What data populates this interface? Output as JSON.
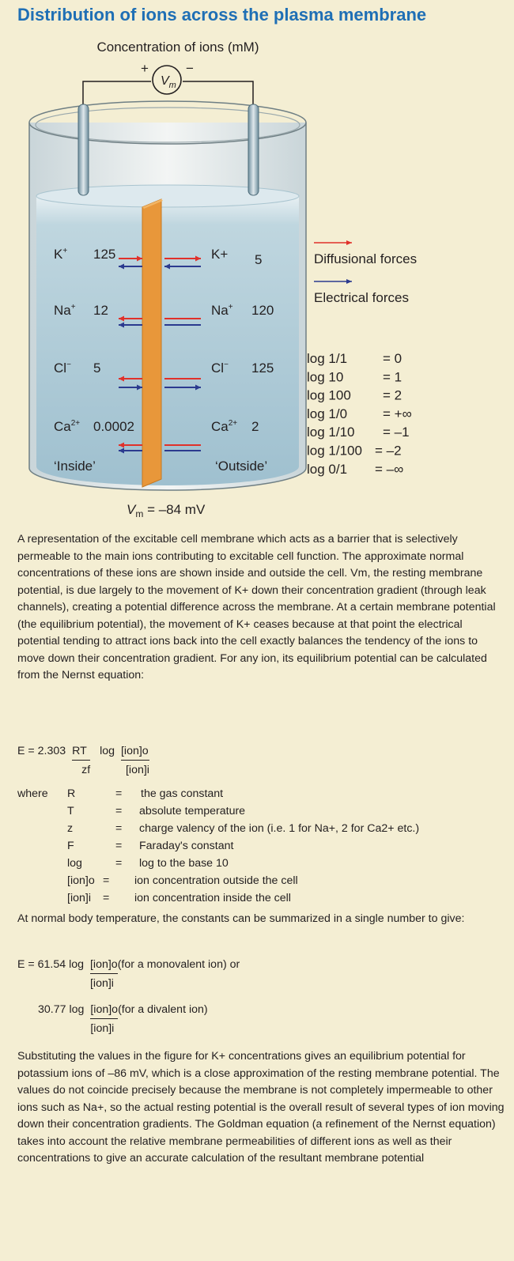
{
  "title": "Distribution of ions across the plasma membrane",
  "figure": {
    "conc_label": "Concentration of ions (mM)",
    "plus": "+",
    "minus": "−",
    "voltmeter": "V",
    "voltmeter_sub": "m",
    "inside_ions": [
      {
        "ion": "K",
        "charge": "+",
        "value": "125"
      },
      {
        "ion": "Na",
        "charge": "+",
        "value": "12"
      },
      {
        "ion": "Cl",
        "charge": "−",
        "value": "5"
      },
      {
        "ion": "Ca",
        "charge": "2+",
        "value": "0.0002"
      }
    ],
    "outside_ions": [
      {
        "ion": "K+",
        "charge": "",
        "value": "5"
      },
      {
        "ion": "Na",
        "charge": "+",
        "value": "120"
      },
      {
        "ion": "Cl",
        "charge": "−",
        "value": "125"
      },
      {
        "ion": "Ca",
        "charge": "2+",
        "value": "2"
      }
    ],
    "inside_label": "‘Inside’",
    "outside_label": "‘Outside’",
    "vm_label": "V",
    "vm_sub": "m",
    "vm_value": " = –84  mV",
    "legend": [
      {
        "label": "Diffusional  forces",
        "color": "#e0312a"
      },
      {
        "label": "Electrical  forces",
        "color": "#2b3a8f"
      }
    ],
    "logs": [
      {
        "expr": "log  1/1",
        "val": "=  0"
      },
      {
        "expr": "log  10",
        "val": "=  1"
      },
      {
        "expr": "log  100",
        "val": "=  2"
      },
      {
        "expr": "log  1/0",
        "val": "=  +∞"
      },
      {
        "expr": "log  1/10",
        "val": "=  –1"
      },
      {
        "expr": "log  1/100",
        "val": "=  –2"
      },
      {
        "expr": "log  0/1",
        "val": "=  –∞"
      }
    ]
  },
  "description": "A representation of the excitable cell membrane which acts as a barrier that is selectively permeable to the main ions contributing to excitable cell function. The approximate normal concentrations of these ions are shown inside and outside the cell. Vm, the resting membrane potential, is due largely to the movement of K+ down their concentration gradient (through leak channels), creating a potential difference across the membrane. At a certain membrane potential (the equilibrium potential), the movement of K+ ceases because at that point the electrical potential tending to attract ions back into the cell exactly balances the tendency of the ions to move down their concentration gradient. For any ion, its equilibrium potential can be calculated from the Nernst equation:",
  "nernst": {
    "prefix": "E = 2.303",
    "rt": "RT",
    "zf": "zf",
    "log": "log",
    "num": "[ion]o",
    "den": "[ion]i"
  },
  "definitions": {
    "where": "where",
    "eq": "=",
    "rows": [
      {
        "sym": "R",
        "text": "the gas constant"
      },
      {
        "sym": "T",
        "text": "absolute temperature"
      },
      {
        "sym": "z",
        "text": "charge valency of the ion (i.e. 1 for Na+, 2 for Ca2+ etc.)"
      },
      {
        "sym": "F",
        "text": "Faraday's constant"
      },
      {
        "sym": "log",
        "text": "log to the base 10"
      },
      {
        "sym": "[ion]o",
        "text": "ion concentration outside the cell"
      },
      {
        "sym": "[ion]i",
        "text": "ion concentration inside the cell"
      }
    ]
  },
  "summary": "At normal body temperature, the constants can be summarized in a single number to give:",
  "simplified": {
    "mono_prefix": "E = 61.54  log",
    "mono_suffix": "(for a monovalent ion) or",
    "di_prefix": "30.77  log",
    "di_suffix": "(for a divalent ion)",
    "num": "[ion]o",
    "den": "[ion]i"
  },
  "conclusion": "Substituting the values in the figure for K+ concentrations gives an equilibrium potential for potassium ions of –86 mV, which is a close approximation of the resting membrane potential. The values do not coincide precisely because the membrane is not completely impermeable to other ions such as Na+, so the actual resting potential is the overall result of several types of ion moving down their concentration gradients. The Goldman equation (a refinement of the Nernst equation) takes into account the relative membrane permeabilities of different ions as well as their concentrations to give an accurate calculation of the resultant membrane potential"
}
